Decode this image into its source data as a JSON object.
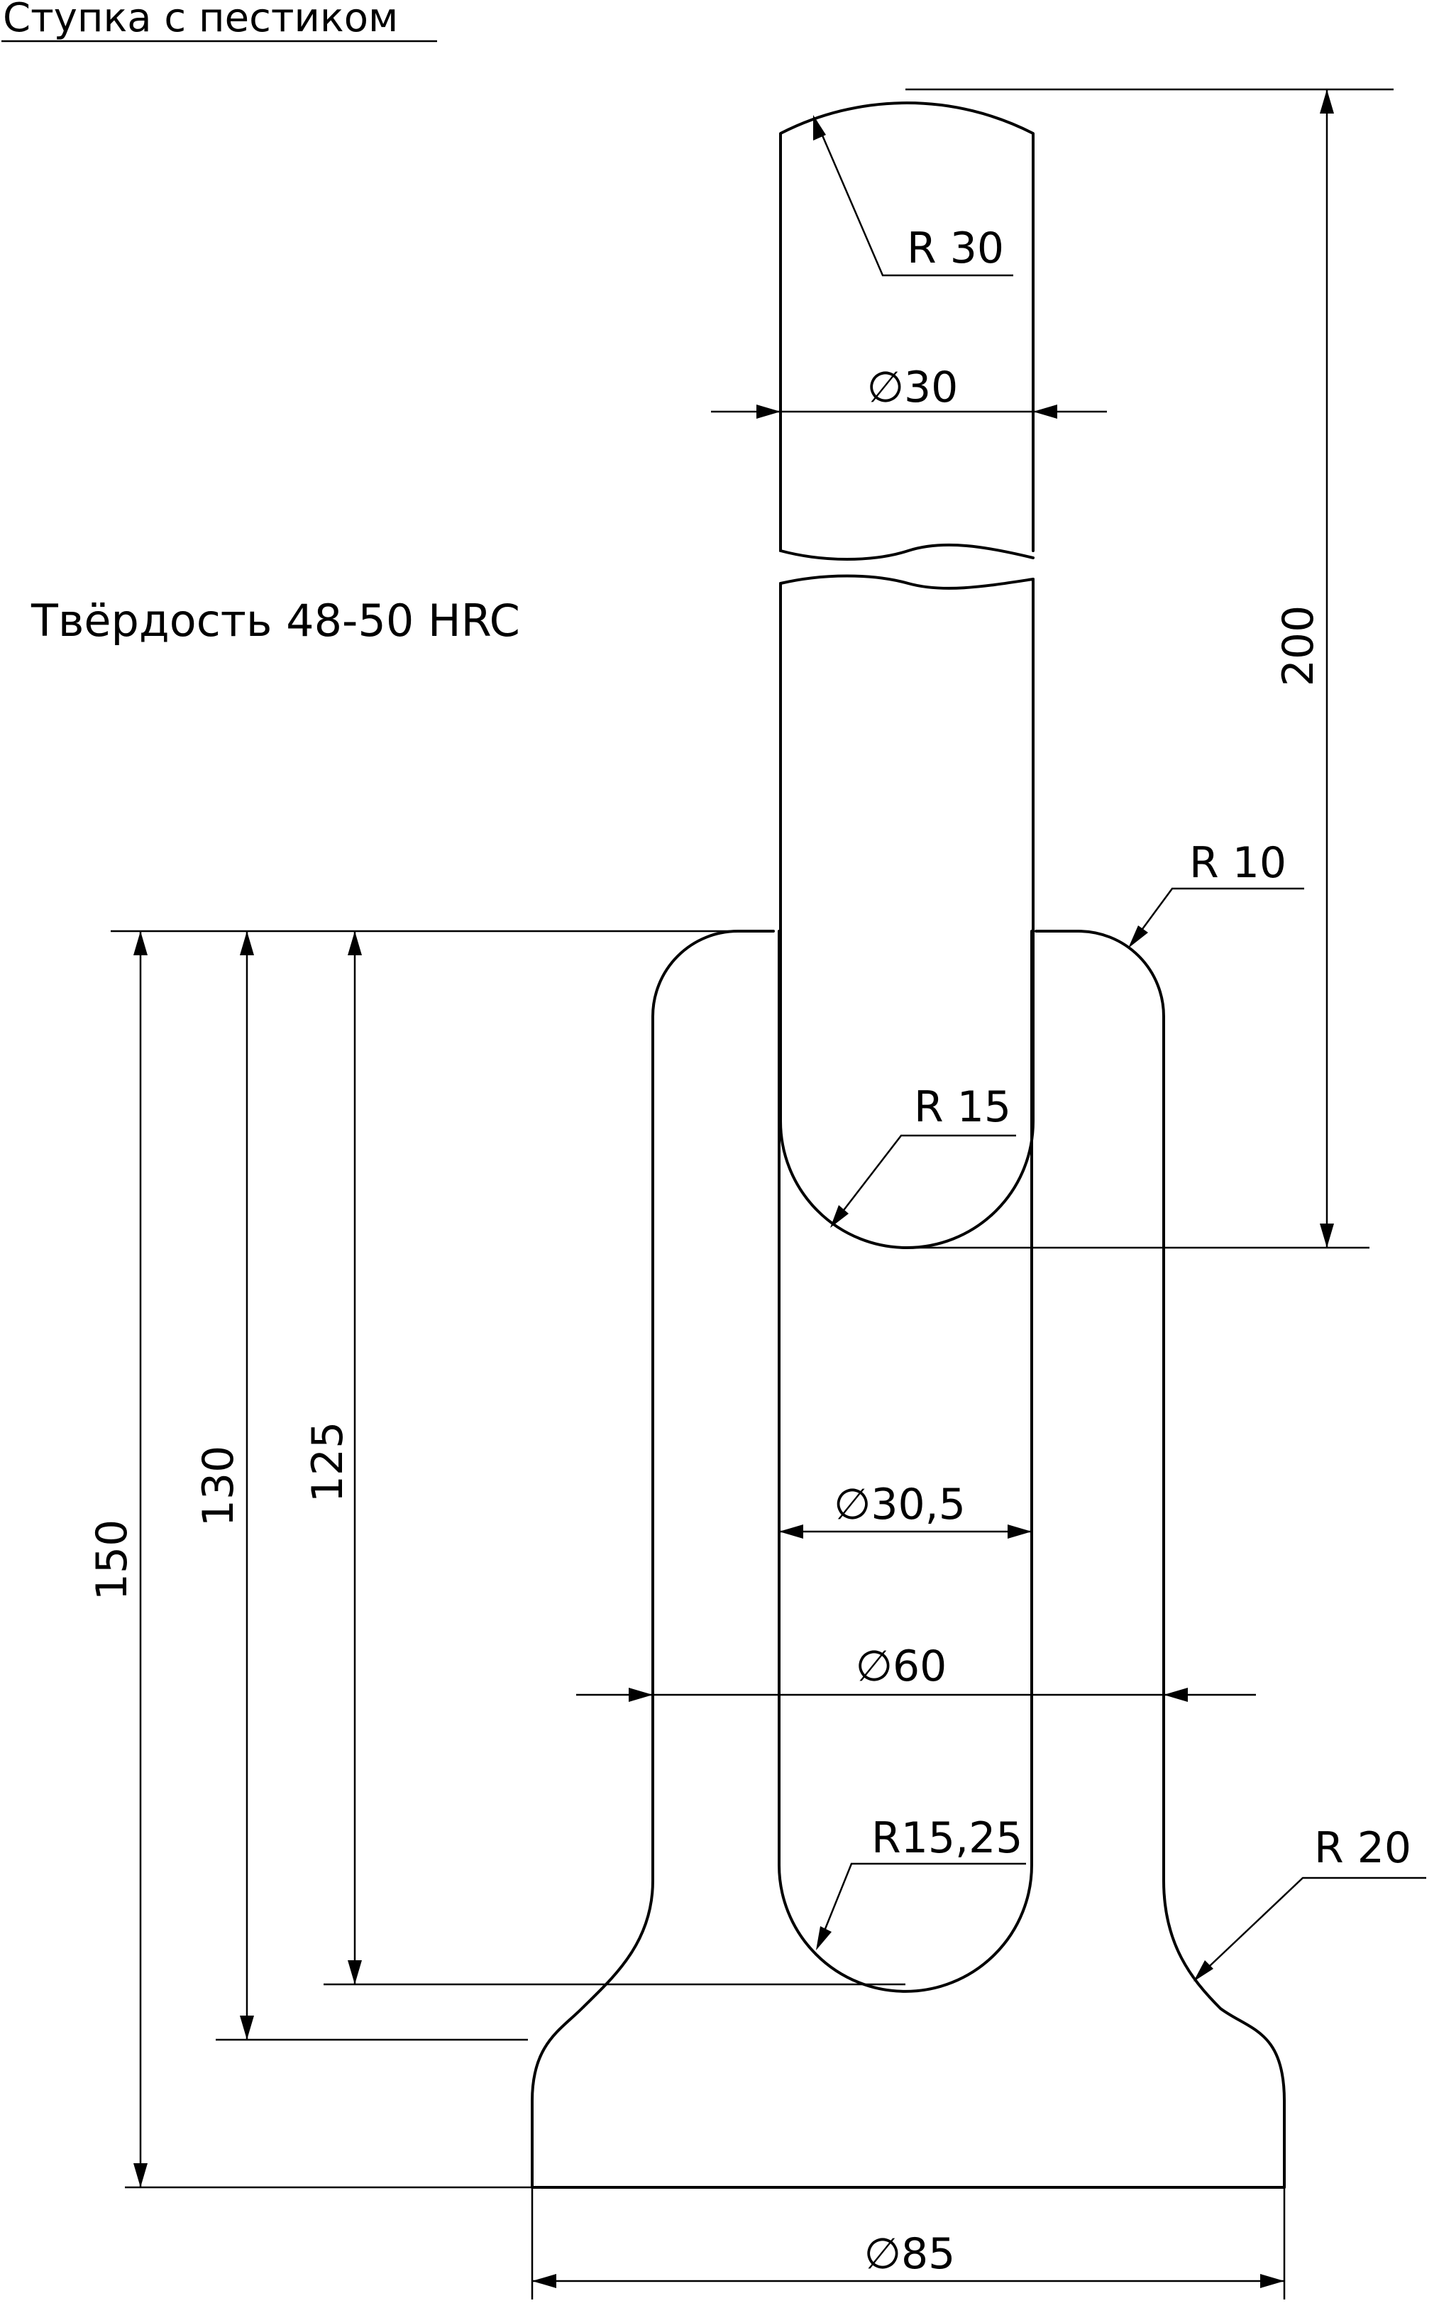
{
  "title": "Ступка с пестиком",
  "note": "Твёрдость 48-50 HRC",
  "dimensions": {
    "pestle_tip_radius": "R 30",
    "pestle_diameter": "∅30",
    "pestle_length": "200",
    "mortar_top_radius": "R 10",
    "pestle_bottom_radius": "R 15",
    "bore_diameter": "∅30,5",
    "body_diameter": "∅60",
    "bore_bottom_radius": "R15,25",
    "base_fillet_radius": "R 20",
    "base_diameter": "∅85",
    "height_total": "150",
    "height_body": "130",
    "bore_depth": "125"
  }
}
